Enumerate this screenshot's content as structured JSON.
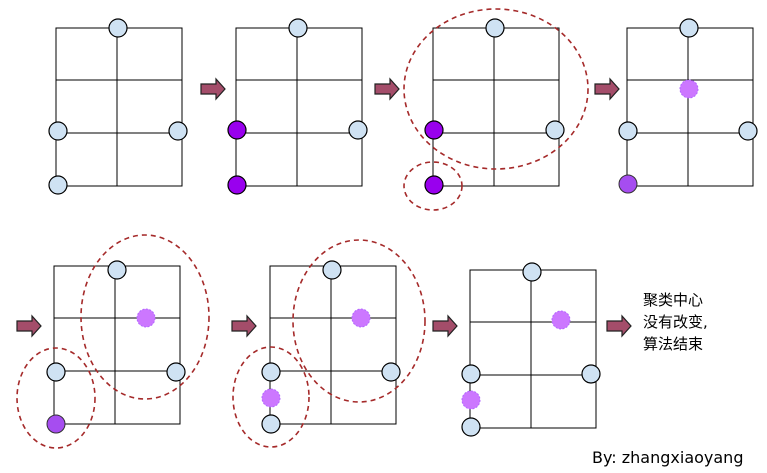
{
  "note": {
    "line1": "聚类中心",
    "line2": "没有改变,",
    "line3": "算法结束"
  },
  "credit": "By: zhangxiaoyang",
  "colors": {
    "point": "#cfe2f3",
    "chosen": "#9900ee",
    "centroid": "#cc77ff",
    "ring": "#a52a2a",
    "arrow": "#a44d6a"
  }
}
